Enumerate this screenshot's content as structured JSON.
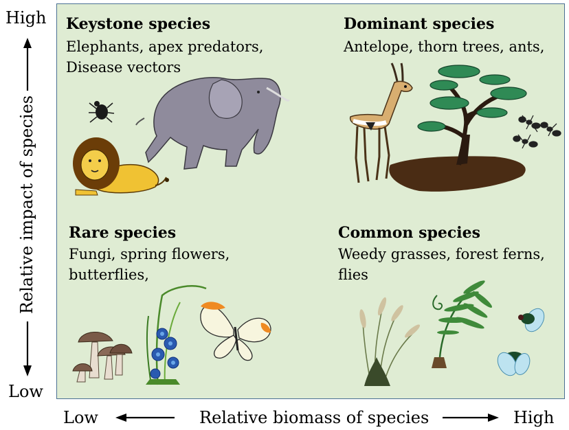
{
  "y_axis": {
    "high": "High",
    "low": "Low",
    "label": "Relative impact of species"
  },
  "x_axis": {
    "low": "Low",
    "label": "Relative biomass of species",
    "high": "High"
  },
  "quadrants": {
    "keystone": {
      "title": "Keystone species",
      "line1": "Elephants, apex predators,",
      "line2": "Disease vectors"
    },
    "dominant": {
      "title": "Dominant species",
      "line1": "Antelope, thorn trees, ants,"
    },
    "rare": {
      "title": "Rare species",
      "line1": "Fungi, spring flowers,",
      "line2": "butterflies,"
    },
    "common": {
      "title": "Common species",
      "line1": "Weedy grasses, forest ferns,",
      "line2": "flies"
    }
  },
  "icons": [
    "tick-icon",
    "elephant-icon",
    "lion-icon",
    "antelope-icon",
    "thorn-tree-icon",
    "ant-icon",
    "mushroom-icon",
    "flower-icon",
    "butterfly-icon",
    "grass-icon",
    "fern-icon",
    "fly-icon"
  ]
}
